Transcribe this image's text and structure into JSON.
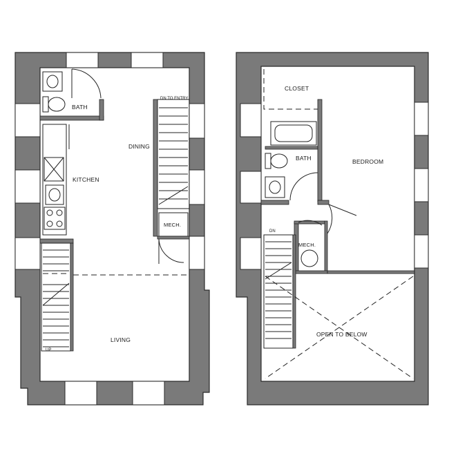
{
  "first_floor": {
    "rooms": {
      "bath": "BATH",
      "kitchen": "KITCHEN",
      "dining": "DINING",
      "mech": "MECH.",
      "living": "LIVING"
    },
    "stair_notes": {
      "down_to_entry": "DN TO ENTRY",
      "up": "UP"
    }
  },
  "second_floor": {
    "rooms": {
      "closet": "CLOSET",
      "bath": "BATH",
      "bedroom": "BEDROOM",
      "mech": "MECH.",
      "open_to_below": "OPEN TO BELOW"
    },
    "stair_notes": {
      "down": "DN"
    }
  }
}
